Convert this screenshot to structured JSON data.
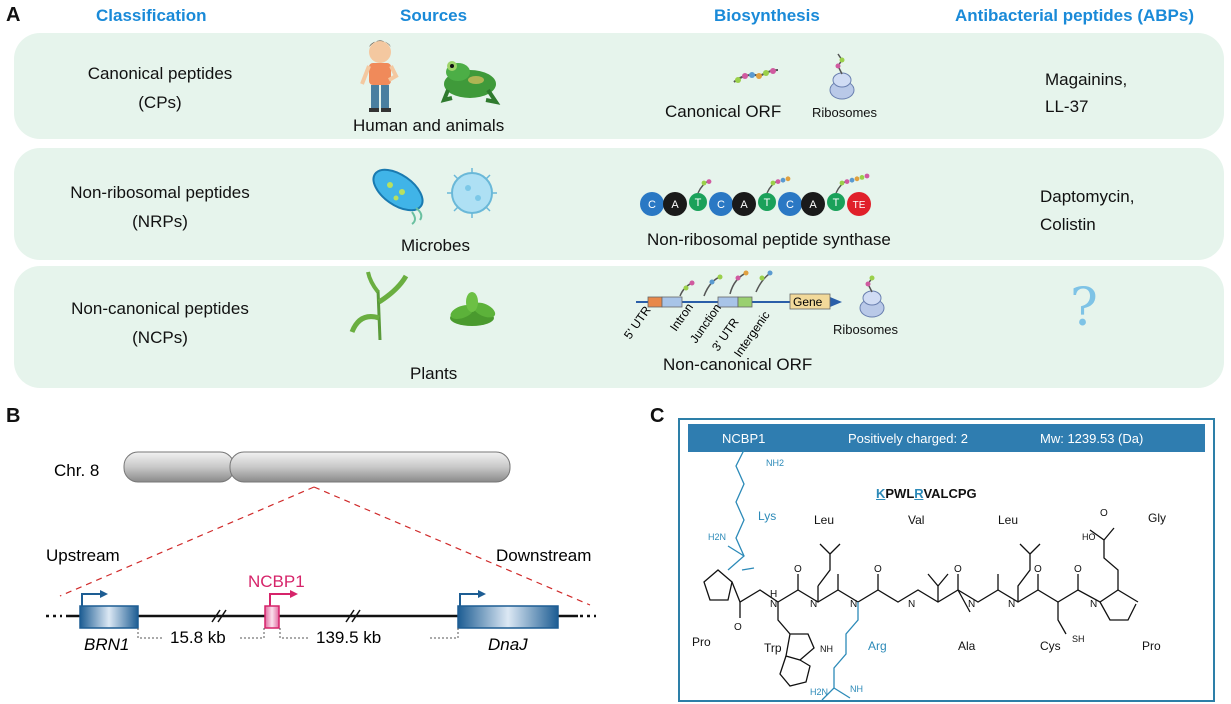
{
  "panels": {
    "a": "A",
    "b": "B",
    "c": "C"
  },
  "headers": {
    "classification": "Classification",
    "sources": "Sources",
    "biosynthesis": "Biosynthesis",
    "abps": "Antibacterial peptides (ABPs)"
  },
  "rows": [
    {
      "class_line1": "Canonical peptides",
      "class_line2": "(CPs)",
      "source": "Human and animals",
      "bio_label": "Canonical ORF",
      "bio_sub": "Ribosomes",
      "abp_line1": "Magainins,",
      "abp_line2": "LL-37"
    },
    {
      "class_line1": "Non-ribosomal peptides",
      "class_line2": "(NRPs)",
      "source": "Microbes",
      "bio_label": "Non-ribosomal peptide synthase",
      "abp_line1": "Daptomycin,",
      "abp_line2": "Colistin"
    },
    {
      "class_line1": "Non-canonical peptides",
      "class_line2": "(NCPs)",
      "source": "Plants",
      "bio_label": "Non-canonical ORF",
      "bio_sub": "Ribosomes",
      "abp_symbol": "?"
    }
  ],
  "nrps_modules": [
    "C",
    "A",
    "T",
    "C",
    "A",
    "T",
    "C",
    "A",
    "T",
    "TE"
  ],
  "orf_regions": {
    "utr5": "5' UTR",
    "intron": "Intron",
    "junction": "Junction",
    "utr3": "3' UTR",
    "intergenic": "Intergenic",
    "gene": "Gene"
  },
  "panel_b": {
    "chromosome": "Chr. 8",
    "upstream": "Upstream",
    "downstream": "Downstream",
    "ncbp1": "NCBP1",
    "brn1": "BRN1",
    "dnaj": "DnaJ",
    "dist1": "15.8 kb",
    "dist2": "139.5 kb"
  },
  "panel_c": {
    "name": "NCBP1",
    "charge": "Positively charged: 2",
    "mw": "Mw: 1239.53 (Da)",
    "sequence_k": "K",
    "sequence_mid": "PWL",
    "sequence_r": "R",
    "sequence_end": "VALCPG",
    "residues": {
      "lys": "Lys",
      "leu1": "Leu",
      "val": "Val",
      "leu2": "Leu",
      "gly": "Gly",
      "pro1": "Pro",
      "trp": "Trp",
      "arg": "Arg",
      "ala": "Ala",
      "cys": "Cys",
      "pro2": "Pro"
    },
    "atoms": {
      "nh2_top": "NH2",
      "h2n_lys": "H2N",
      "sh": "SH",
      "ho": "HO",
      "nh_trp": "NH",
      "h2n_arg": "H2N",
      "nh_arg": "NH"
    }
  },
  "colors": {
    "header": "#1a8ad8",
    "row_bg": "#e6f4ec",
    "ncbp1": "#d6246a",
    "gene_box": "#1d5d93",
    "cyan": "#2c8ab8",
    "nrps_c": "#2a78c4",
    "nrps_a": "#1a1a1a",
    "nrps_t": "#1aa15a",
    "nrps_te": "#e0202a"
  }
}
